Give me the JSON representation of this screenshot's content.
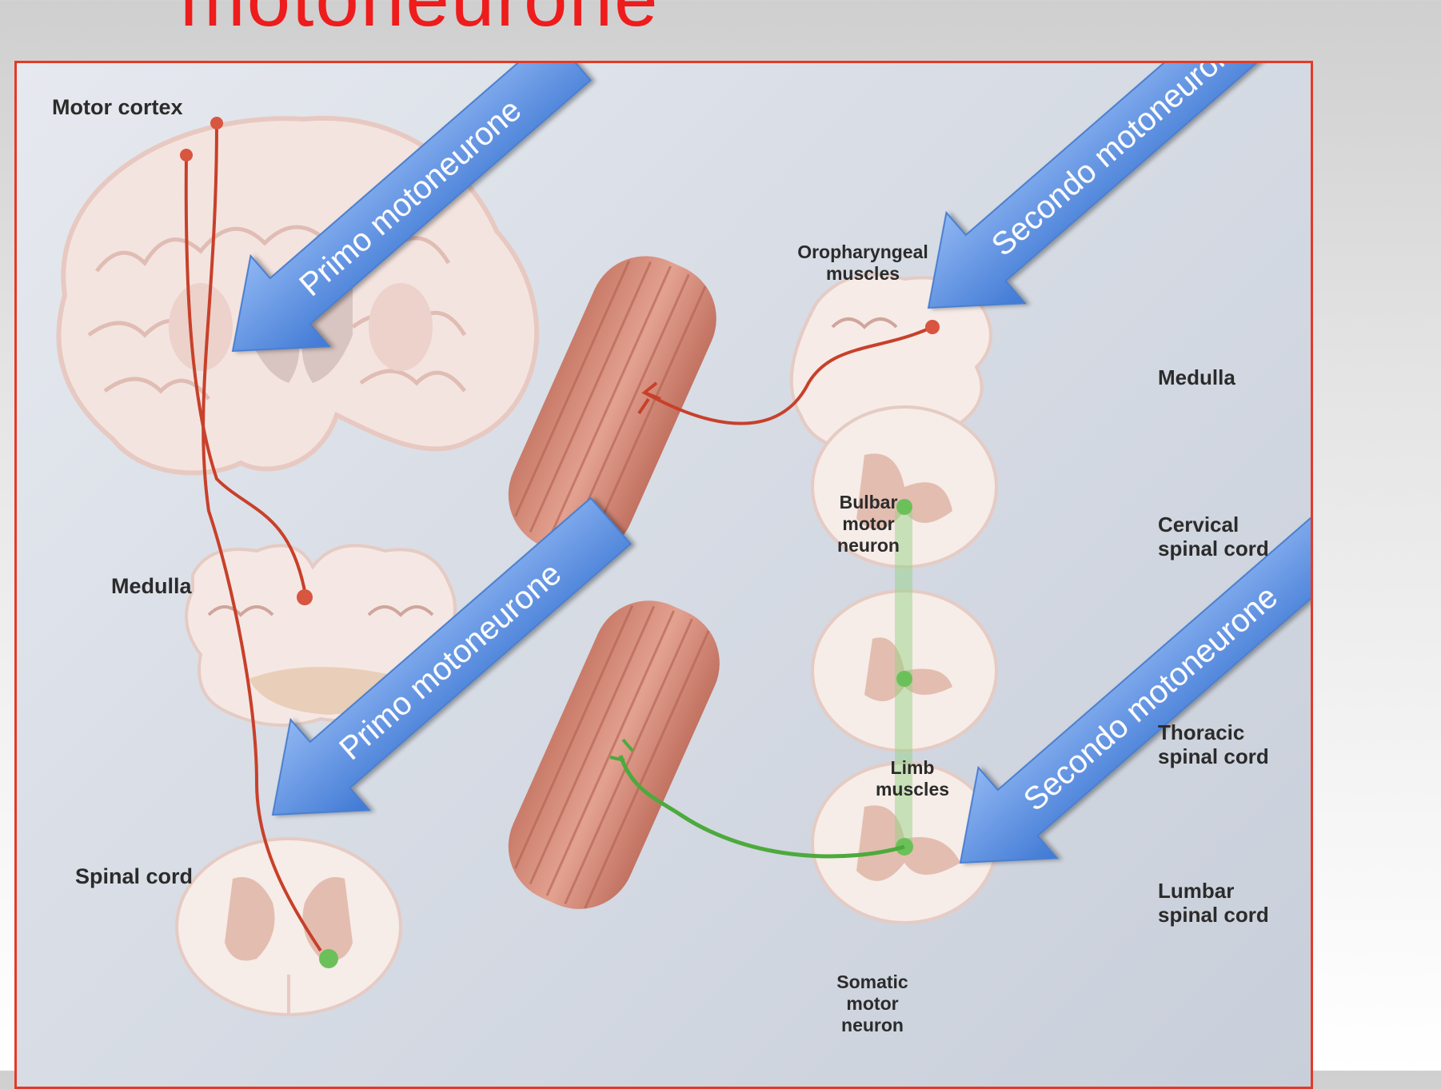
{
  "slide": {
    "title": "motoneurone",
    "title_color": "#ee1c1c",
    "frame_color": "#e23a28"
  },
  "figure": {
    "labels": {
      "motor_cortex": "Motor cortex",
      "medulla_left": "Medulla",
      "spinal_cord": "Spinal cord",
      "oropharyngeal_muscles": "Oropharyngeal\nmuscles",
      "medulla_right": "Medulla",
      "bulbar_motor_neuron": "Bulbar\nmotor\nneuron",
      "cervical_spinal_cord": "Cervical\nspinal cord",
      "thoracic_spinal_cord": "Thoracic\nspinal cord",
      "limb_muscles": "Limb\nmuscles",
      "lumbar_spinal_cord": "Lumbar\nspinal cord",
      "somatic_motor_neuron": "Somatic\nmotor\nneuron"
    },
    "colors": {
      "upper_motor_neuron": "#c8402a",
      "lower_motor_neuron": "#4caa3c",
      "arrow_fill": "#5b8fe0",
      "tissue": "#f6e9e4",
      "muscle": "#d9907e"
    }
  },
  "arrows": {
    "primo_upper": "Primo motoneurone",
    "primo_lower": "Primo motoneurone",
    "secondo_upper": "Secondo motoneurone",
    "secondo_lower": "Secondo motoneurone"
  }
}
